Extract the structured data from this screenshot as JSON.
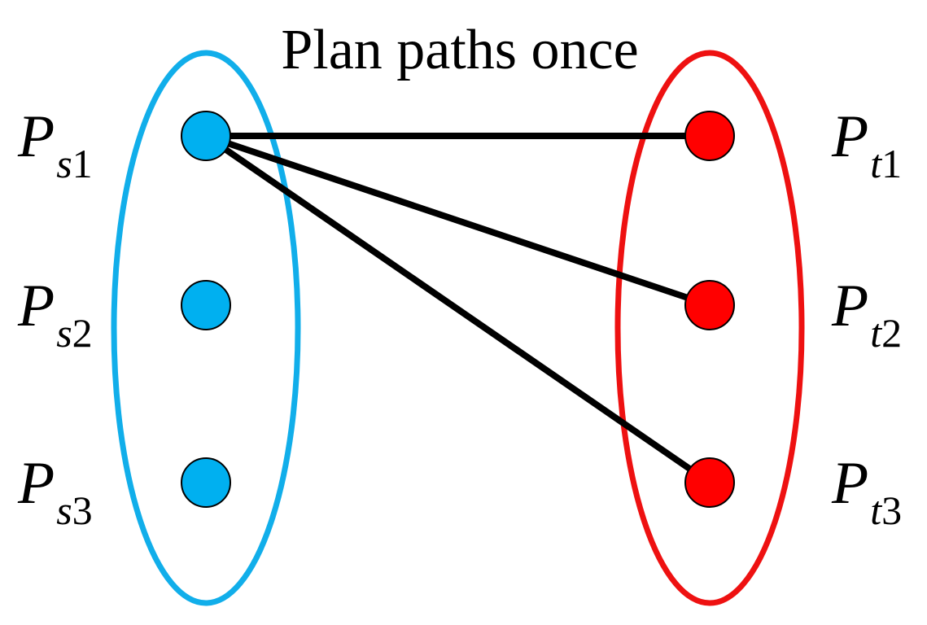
{
  "title": "Plan paths once",
  "colors": {
    "source_group": "#11aeea",
    "target_group": "#ee1111",
    "source_node": "#00b0f0",
    "target_node": "#ff0000",
    "edge": "#000000"
  },
  "sources": [
    {
      "id": "s1",
      "label_main": "P",
      "label_sub": "s",
      "label_num": "1"
    },
    {
      "id": "s2",
      "label_main": "P",
      "label_sub": "s",
      "label_num": "2"
    },
    {
      "id": "s3",
      "label_main": "P",
      "label_sub": "s",
      "label_num": "3"
    }
  ],
  "targets": [
    {
      "id": "t1",
      "label_main": "P",
      "label_sub": "t",
      "label_num": "1"
    },
    {
      "id": "t2",
      "label_main": "P",
      "label_sub": "t",
      "label_num": "2"
    },
    {
      "id": "t3",
      "label_main": "P",
      "label_sub": "t",
      "label_num": "3"
    }
  ],
  "edges": [
    {
      "from": "s1",
      "to": "t1"
    },
    {
      "from": "s1",
      "to": "t2"
    },
    {
      "from": "s1",
      "to": "t3"
    }
  ]
}
